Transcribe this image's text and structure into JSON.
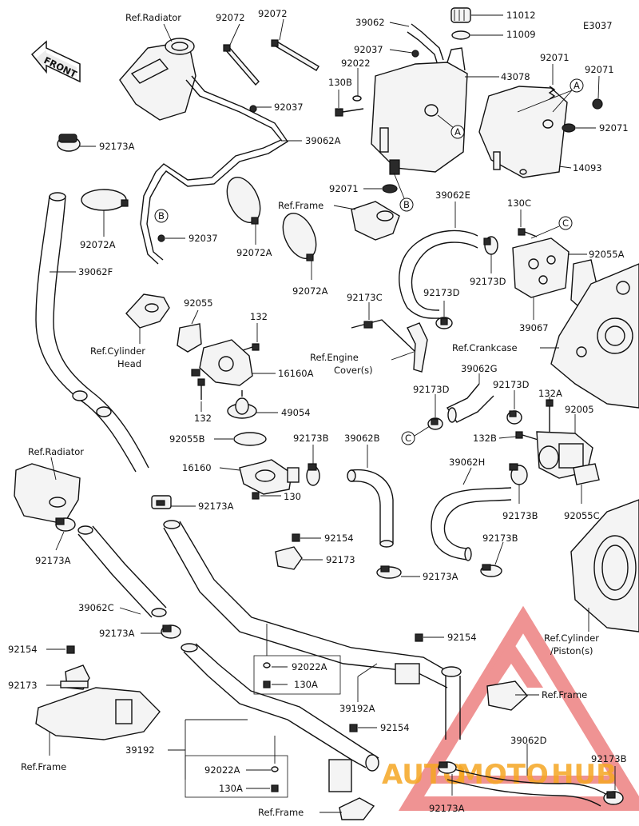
{
  "diagram": {
    "code": "E3037",
    "front_label": "FRONT",
    "watermark": {
      "brand_part1": "AUTO",
      "brand_part2": "MOTO",
      "brand_part3": "HUB",
      "color_triangle": "#e23b3b",
      "color_text": "#f5a623"
    },
    "callouts": [
      "A",
      "B",
      "C"
    ],
    "labels": {
      "ref_radiator_top": "Ref.Radiator",
      "p92072_a": "92072",
      "p92072_b": "92072",
      "p39062": "39062",
      "p11012": "11012",
      "p11009": "11009",
      "p92037_top": "92037",
      "p92022": "92022",
      "p130b": "130B",
      "p43078": "43078",
      "p92071_1": "92071",
      "p92071_2": "92071",
      "p92071_3": "92071",
      "p92071_4": "92071",
      "p92037_mid": "92037",
      "p92173a_1": "92173A",
      "p39062a": "39062A",
      "p14093": "14093",
      "p92072a_1": "92072A",
      "p92037_b": "92037",
      "ref_frame_1": "Ref.Frame",
      "p39062e": "39062E",
      "p130c": "130C",
      "p92072a_2": "92072A",
      "p92072a_3": "92072A",
      "p92055a": "92055A",
      "p39062f": "39062F",
      "p92173d_1": "92173D",
      "p92173d_2": "92173D",
      "p92055": "92055",
      "p92173c": "92173C",
      "p39067": "39067",
      "p132_top": "132",
      "ref_cyl_head_1": "Ref.Cylinder",
      "ref_cyl_head_2": "Head",
      "ref_engine_1": "Ref.Engine",
      "ref_engine_2": "Cover(s)",
      "ref_crankcase": "Ref.Crankcase",
      "p16160a": "16160A",
      "p39062g": "39062G",
      "p92173d_3": "92173D",
      "p92173d_4": "92173D",
      "p132a": "132A",
      "p132_bot": "132",
      "p49054": "49054",
      "p92005": "92005",
      "p92055b": "92055B",
      "p92173b_1": "92173B",
      "p39062b": "39062B",
      "p132b": "132B",
      "ref_radiator_left": "Ref.Radiator",
      "p16160": "16160",
      "p39062h": "39062H",
      "p130": "130",
      "p92173b_2": "92173B",
      "p92055c": "92055C",
      "p92173a_2": "92173A",
      "p92173a_3": "92173A",
      "p92154_1": "92154",
      "p92173b_3": "92173B",
      "p92173": "92173",
      "p92173a_4": "92173A",
      "p39062c": "39062C",
      "p92173a_5": "92173A",
      "ref_cyl_piston_1": "Ref.Cylinder",
      "ref_cyl_piston_2": "/Piston(s)",
      "p92154_2": "92154",
      "p92154_3": "92154",
      "p92173_left": "92173",
      "p92022a_1": "92022A",
      "p130a_1": "130A",
      "ref_frame_2": "Ref.Frame",
      "p39192a": "39192A",
      "p92154_4": "92154",
      "p39062d": "39062D",
      "p39192": "39192",
      "ref_frame_3": "Ref.Frame",
      "p92173b_4": "92173B",
      "p92022a_2": "92022A",
      "p130a_2": "130A",
      "p92173a_6": "92173A",
      "ref_frame_4": "Ref.Frame"
    }
  }
}
